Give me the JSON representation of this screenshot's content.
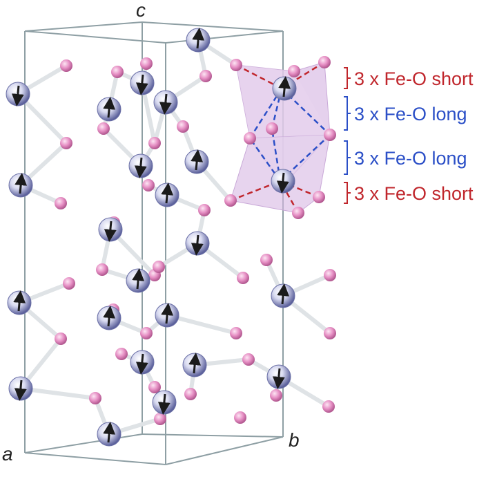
{
  "axis_labels": {
    "a": "a",
    "b": "b",
    "c": "c"
  },
  "annotations": [
    {
      "text": "3 x Fe-O short",
      "color": "#c0262c"
    },
    {
      "text": "3 x Fe-O long",
      "color": "#2b4fc7"
    },
    {
      "text": "3 x Fe-O long",
      "color": "#2b4fc7"
    },
    {
      "text": "3 x Fe-O short",
      "color": "#c0262c"
    }
  ],
  "colors": {
    "iron_atom": "#c9cbe8",
    "oxygen_atom": "#e68fc4",
    "cell_edge": "#8e9fa4",
    "octahedron": "#d7b8e3",
    "short_bond": "#c0262c",
    "long_bond": "#2b4fc7",
    "spin_arrow": "#1b1b1b"
  }
}
